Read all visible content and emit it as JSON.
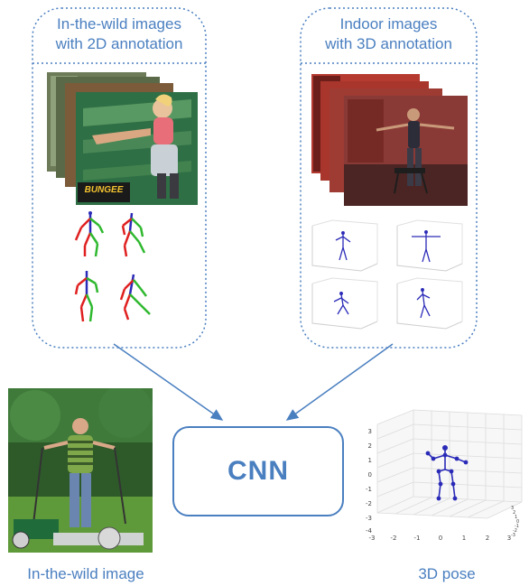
{
  "panels": {
    "left": {
      "title_line1": "In-the-wild images",
      "title_line2": "with 2D annotation",
      "overlay_text": "BUNGEE"
    },
    "right": {
      "title_line1": "Indoor images",
      "title_line2": "with 3D annotation"
    }
  },
  "center": {
    "cnn_label": "CNN"
  },
  "input_caption": "In-the-wild image",
  "output_caption": "3D pose",
  "pose_plot": {
    "y_ticks": [
      "3",
      "2",
      "1",
      "0",
      "-1",
      "-2",
      "-3",
      "-4"
    ],
    "x_ticks": [
      "-3",
      "-2",
      "-1",
      "0",
      "1",
      "2",
      "3"
    ],
    "z_ticks": [
      "3",
      "2",
      "1",
      "0",
      "-1",
      "-2",
      "-3"
    ]
  },
  "colors": {
    "accent": "#4a7fc0",
    "skeleton": "#2a2ab8",
    "limb_left": "#2eb82e",
    "limb_right": "#e02020"
  }
}
